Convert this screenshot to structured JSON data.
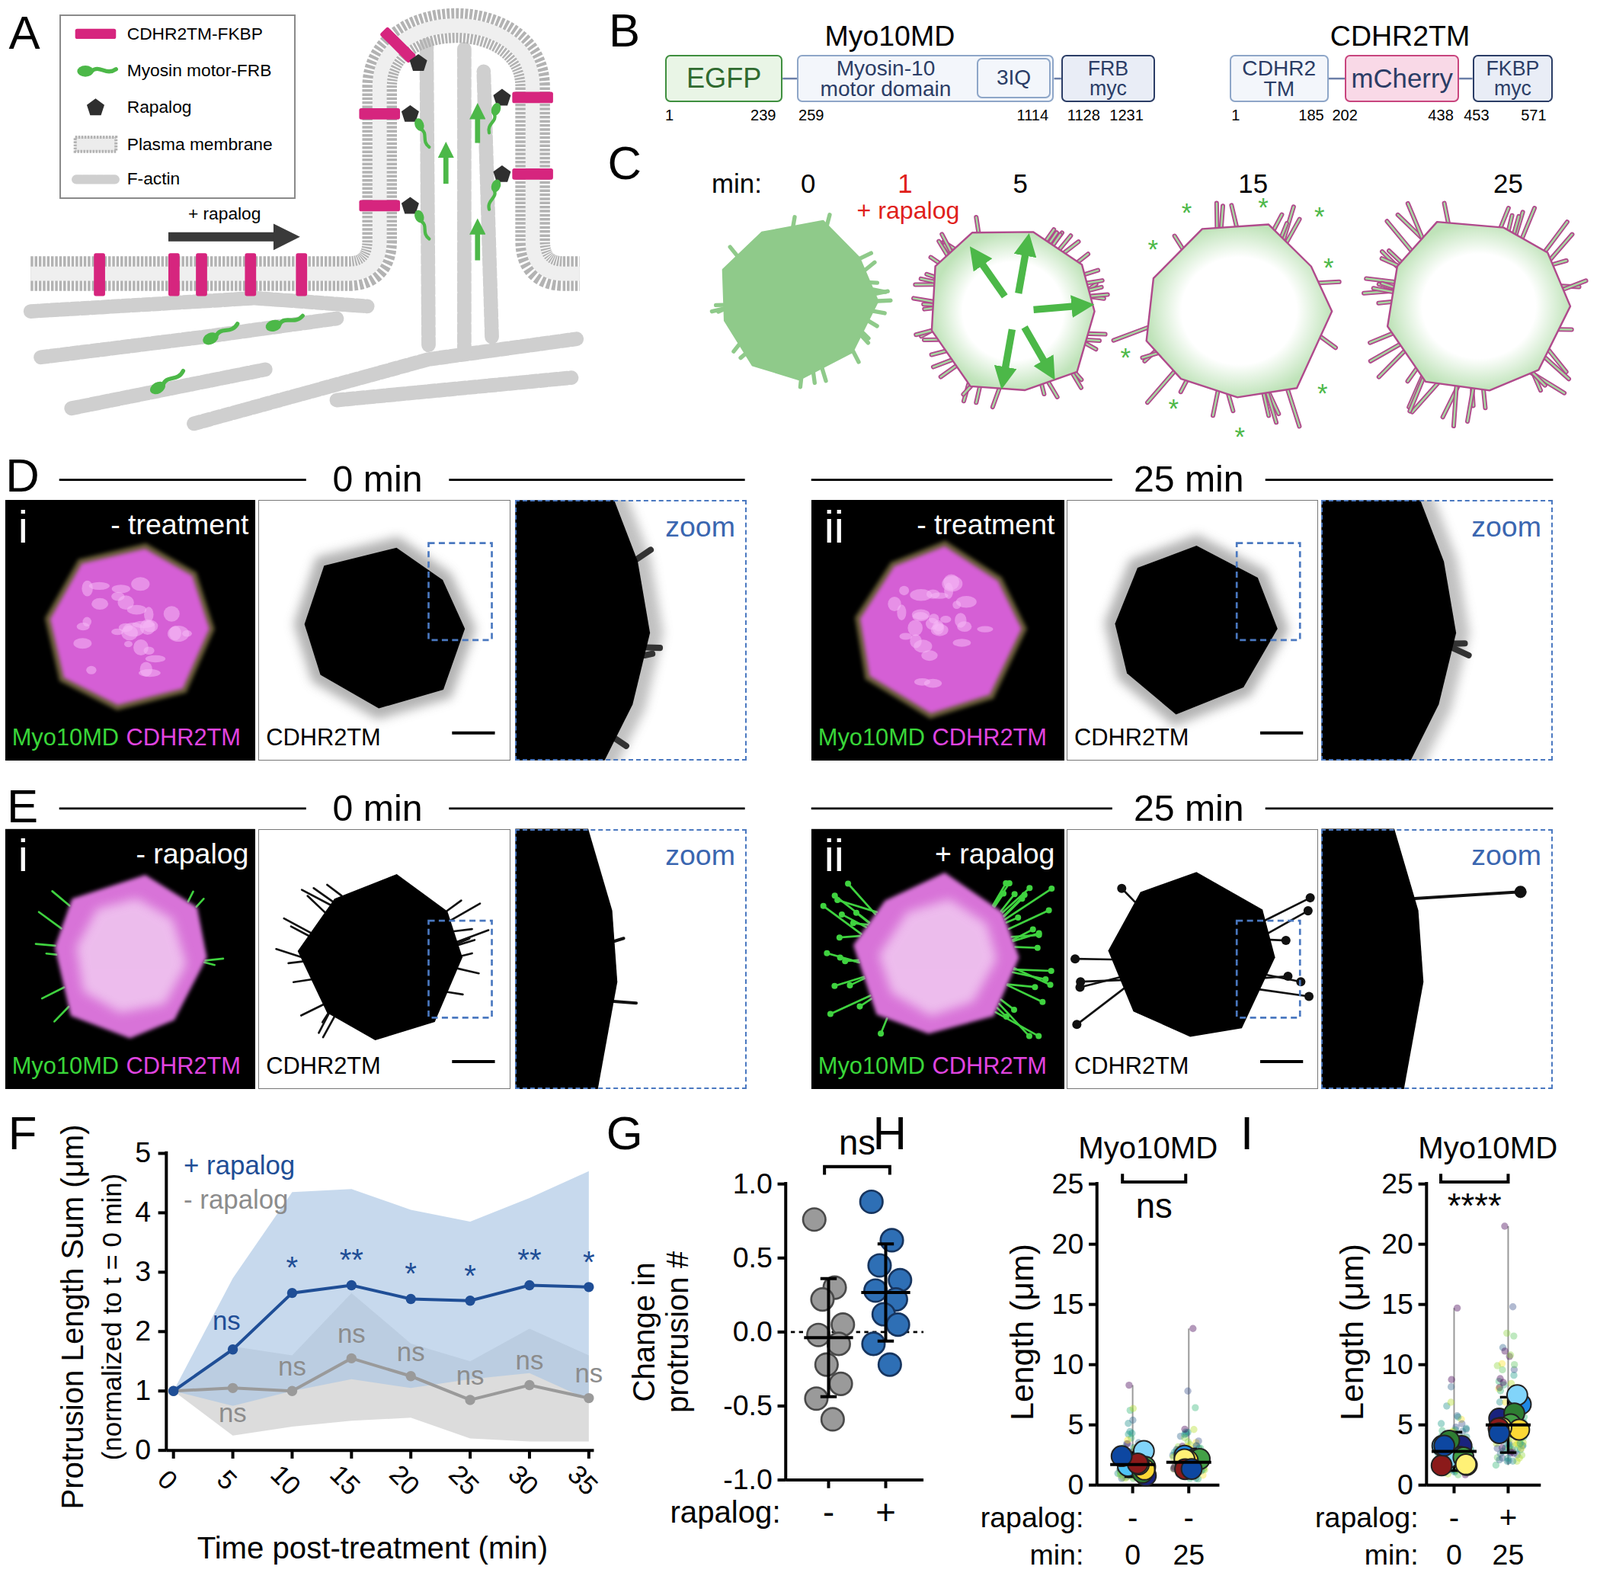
{
  "diagram": {
    "nodes": [
      {
        "text": [
          "EGFP"
        ]
      },
      {
        "text": [
          "Myosin-10 motor domain"
        ]
      },
      {
        "text": [
          "3IQ"
        ],
        "in": 1
      },
      {
        "text": [
          "FRB myc"
        ]
      },
      {
        "text": [
          "CDHR2 TM"
        ]
      },
      {
        "text": [
          "mCherry"
        ]
      },
      {
        "text": [
          "FKBP myc"
        ]
      },
      {
        "text": [
          "i",
          "- treatment",
          "Myo10MD",
          "CDHR2TM"
        ]
      },
      {
        "text": [
          "CDHR2TM"
        ]
      },
      {
        "text": [
          "zoom"
        ]
      },
      {
        "text": [
          "ii",
          "- treatment",
          "Myo10MD",
          "CDHR2TM"
        ]
      },
      {
        "text": [
          "CDHR2TM"
        ]
      },
      {
        "text": [
          "zoom"
        ]
      },
      {
        "text": [
          "i",
          "- rapalog",
          "Myo10MD",
          "CDHR2TM"
        ]
      },
      {
        "text": [
          "CDHR2TM"
        ]
      },
      {
        "text": [
          "zoom"
        ]
      },
      {
        "text": [
          "ii",
          "+ rapalog",
          "Myo10MD",
          "CDHR2TM"
        ]
      },
      {
        "text": [
          "CDHR2TM"
        ]
      },
      {
        "text": [
          "zoom"
        ]
      }
    ],
    "edges": [
      {
        "from": 0,
        "to": 1,
        "arrow": "none"
      },
      {
        "from": 1,
        "to": 3,
        "arrow": "none"
      },
      {
        "from": 4,
        "to": 5,
        "arrow": "none"
      },
      {
        "from": 5,
        "to": 6,
        "arrow": "none"
      }
    ],
    "labels": [
      "A",
      "B",
      "C",
      "D",
      "E",
      "F",
      "G",
      "H",
      "I",
      "+ rapalog",
      "Myo10MD",
      "CDHR2TM",
      "1",
      "239",
      "259",
      "1114",
      "1128",
      "1231",
      "1",
      "185",
      "202",
      "438",
      "453",
      "571",
      "min:",
      "0",
      "1",
      "+ rapalog",
      "5",
      "15",
      "25",
      "*",
      "*",
      "*",
      "*",
      "*",
      "*",
      "*",
      "*",
      "*",
      "0 min",
      "25 min",
      "0 min",
      "25 min",
      "Protrusion Length Sum (μm)",
      "(normalized to t = 0 min)",
      "0",
      "1",
      "2",
      "3",
      "4",
      "5",
      "0",
      "5",
      "10",
      "15",
      "20",
      "25",
      "30",
      "35",
      "Time post-treatment (min)",
      "+ rapalog",
      "- rapalog",
      "ns",
      "*",
      "**",
      "*",
      "*",
      "**",
      "*",
      "ns",
      "ns",
      "ns",
      "ns",
      "ns",
      "ns",
      "ns",
      "ns",
      "1.0",
      "0.5",
      "0.0",
      "-0.5",
      "-1.0",
      "Change in protrusion #",
      "rapalog:",
      "-",
      "+",
      "Myo10MD",
      "ns",
      "25",
      "20",
      "15",
      "10",
      "5",
      "0",
      "Length (μm)",
      "rapalog:",
      "-",
      "-",
      "min:",
      "0",
      "25",
      "Myo10MD",
      "****",
      "25",
      "20",
      "15",
      "10",
      "5",
      "0",
      "Length (μm)",
      "rapalog:",
      "-",
      "+",
      "min:",
      "0",
      "25"
    ],
    "legend": [
      {
        "text": "CDHR2TM-FKBP",
        "color": "#d6257e"
      },
      {
        "text": "Myosin motor-FRB",
        "color": "#4cb848"
      },
      {
        "text": "Rapalog",
        "color": "#2f2f2f"
      },
      {
        "text": "Plasma membrane"
      },
      {
        "text": "F-actin"
      }
    ]
  }
}
